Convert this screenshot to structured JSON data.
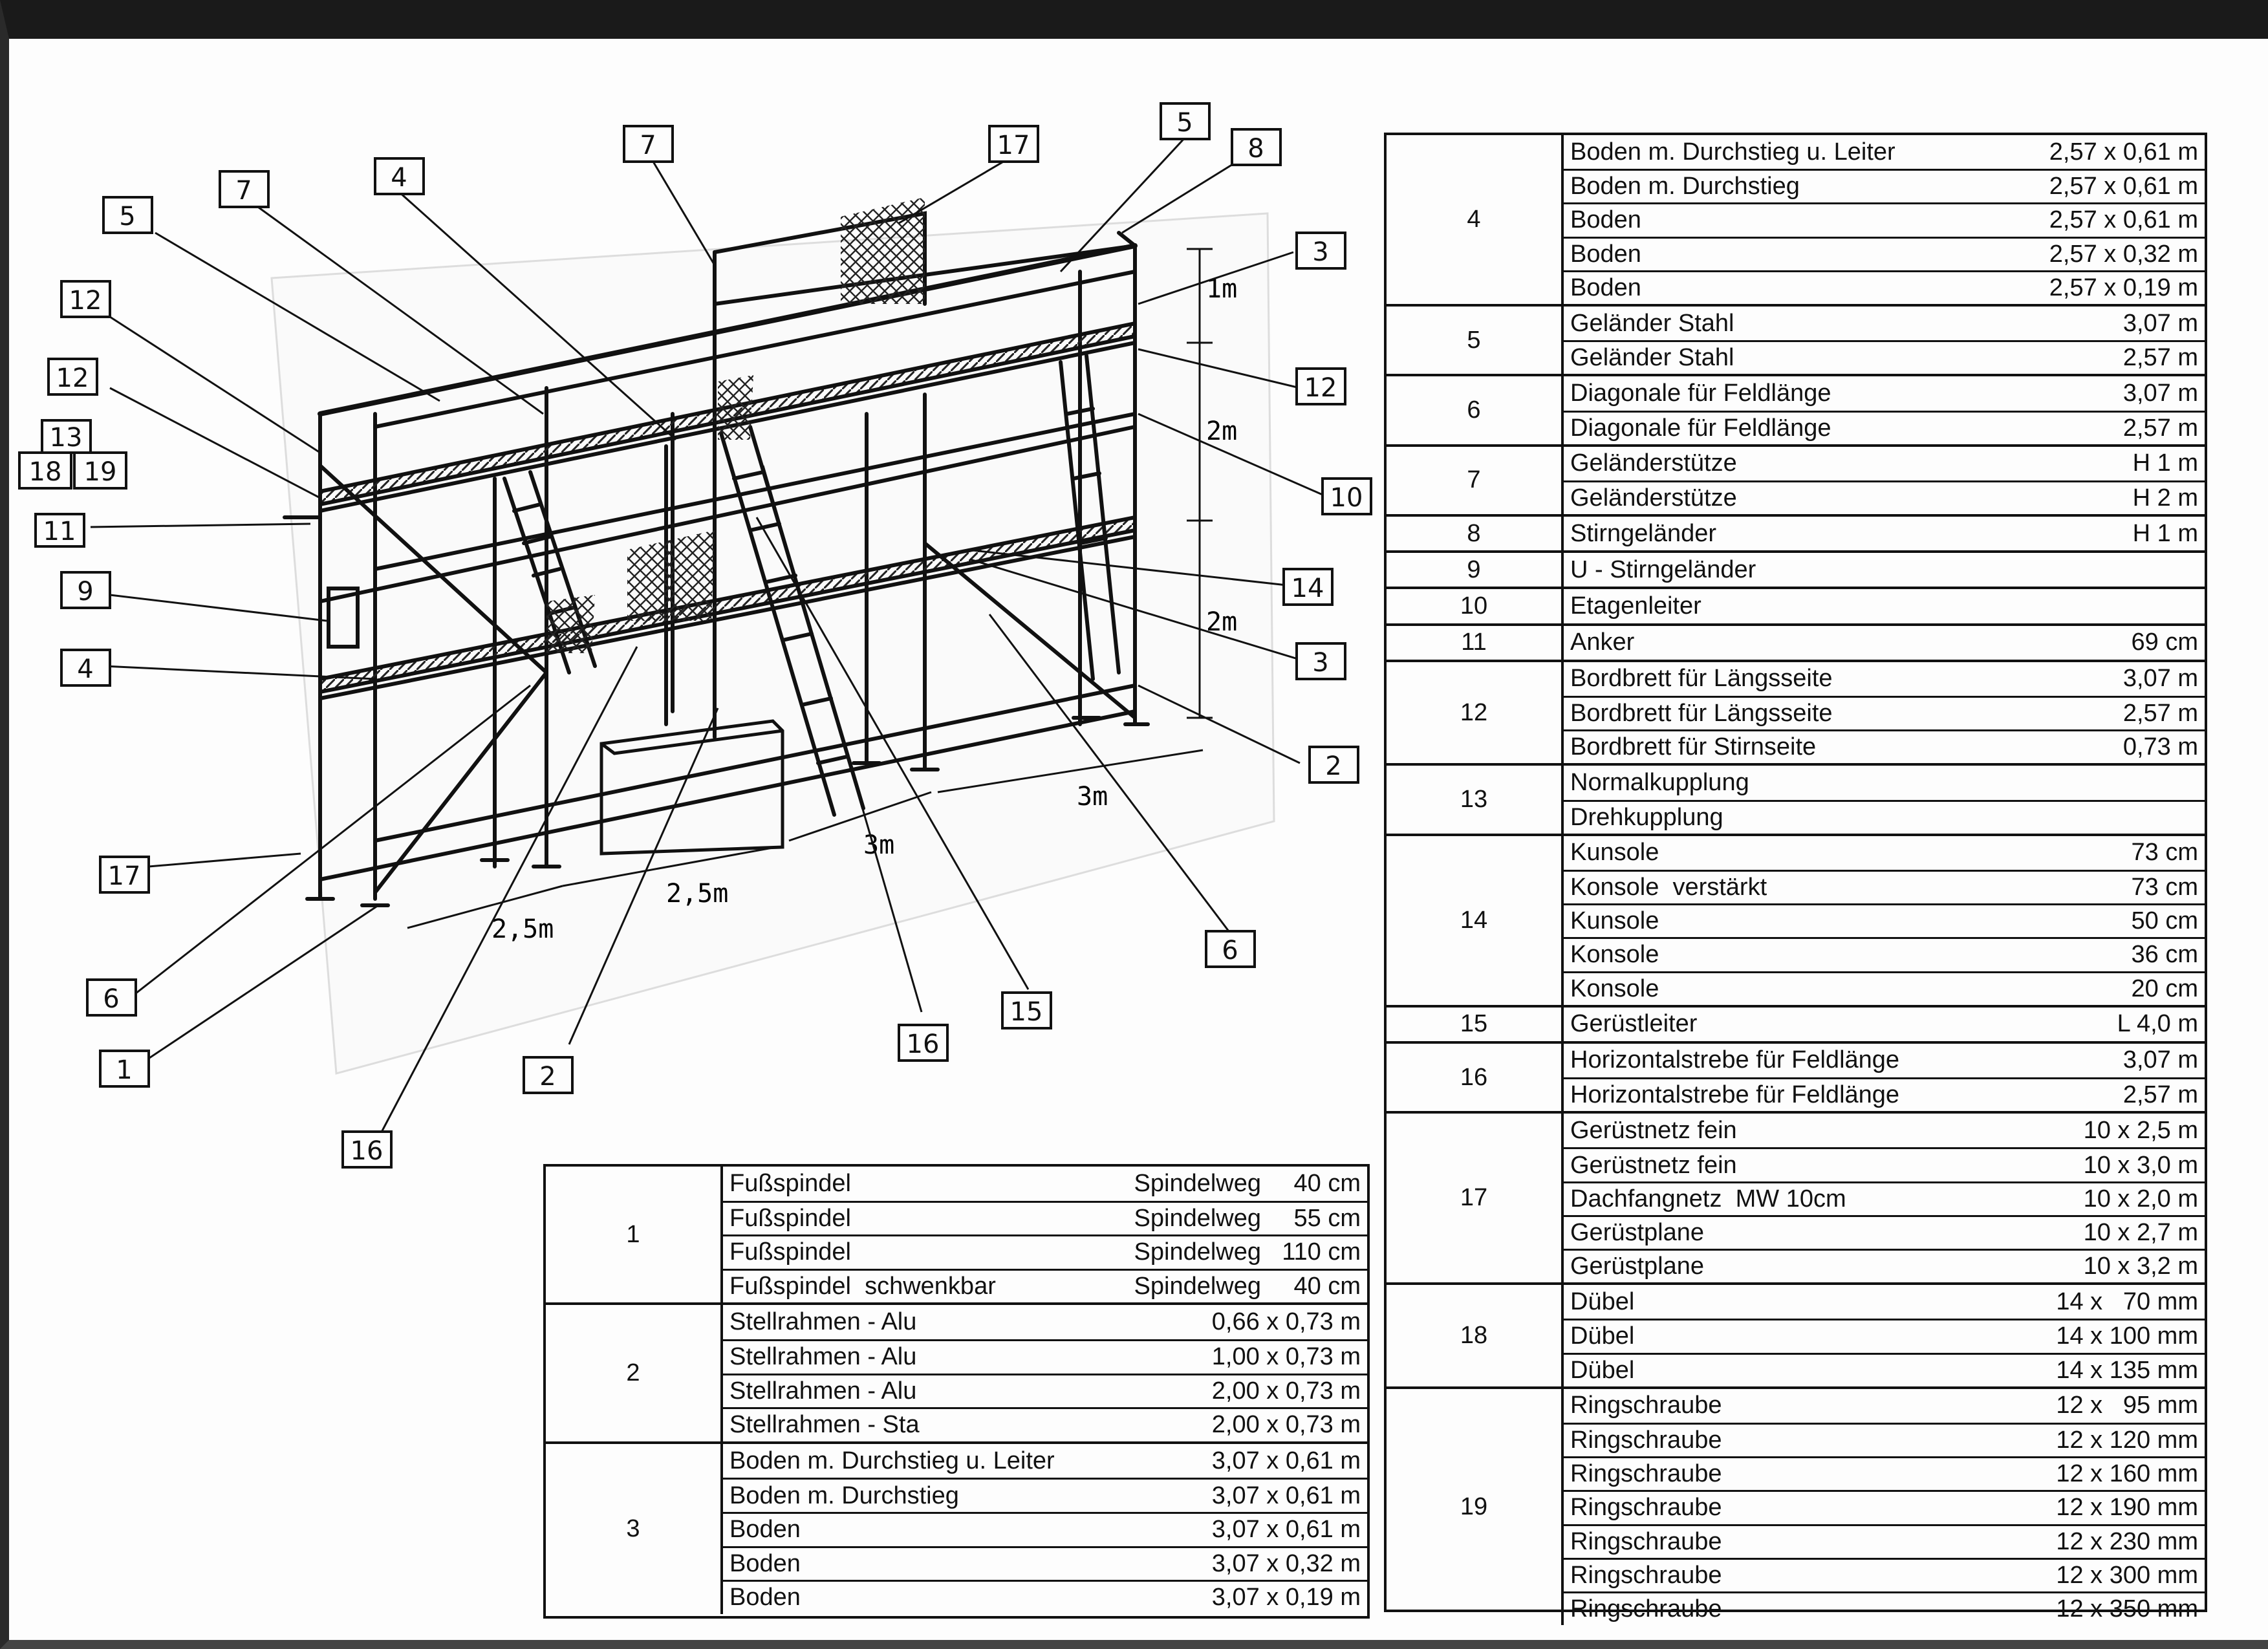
{
  "callouts": [
    "7",
    "17",
    "5",
    "8",
    "7",
    "4",
    "5",
    "3",
    "12",
    "12",
    "12",
    "13",
    "18",
    "19",
    "10",
    "11",
    "14",
    "9",
    "3",
    "4",
    "2",
    "17",
    "6",
    "6",
    "1",
    "16",
    "15",
    "2",
    "16"
  ],
  "dimensions": {
    "h1": "1m",
    "h2": "2m",
    "h3": "2m",
    "w1": "2,5m",
    "w2": "2,5m",
    "w3": "3m",
    "w4": "3m"
  },
  "left_table": [
    {
      "num": "1",
      "rows": [
        {
          "name": "Fußspindel",
          "spec": "Spindelweg",
          "value": "40 cm"
        },
        {
          "name": "Fußspindel",
          "spec": "Spindelweg",
          "value": "55 cm"
        },
        {
          "name": "Fußspindel",
          "spec": "Spindelweg",
          "value": "110 cm"
        },
        {
          "name": "Fußspindel  schwenkbar",
          "spec": "Spindelweg",
          "value": "40 cm"
        }
      ]
    },
    {
      "num": "2",
      "rows": [
        {
          "name": "Stellrahmen - Alu",
          "spec": "",
          "value": "0,66 x 0,73 m"
        },
        {
          "name": "Stellrahmen - Alu",
          "spec": "",
          "value": "1,00 x 0,73 m"
        },
        {
          "name": "Stellrahmen - Alu",
          "spec": "",
          "value": "2,00 x 0,73 m"
        },
        {
          "name": "Stellrahmen - Sta",
          "spec": "",
          "value": "2,00 x 0,73 m"
        }
      ]
    },
    {
      "num": "3",
      "rows": [
        {
          "name": "Boden m. Durchstieg u. Leiter",
          "spec": "",
          "value": "3,07 x 0,61 m"
        },
        {
          "name": "Boden m. Durchstieg",
          "spec": "",
          "value": "3,07 x 0,61 m"
        },
        {
          "name": "Boden",
          "spec": "",
          "value": "3,07 x 0,61 m"
        },
        {
          "name": "Boden",
          "spec": "",
          "value": "3,07 x 0,32 m"
        },
        {
          "name": "Boden",
          "spec": "",
          "value": "3,07 x 0,19 m"
        }
      ]
    }
  ],
  "right_table": [
    {
      "num": "4",
      "rows": [
        {
          "name": "Boden m. Durchstieg u. Leiter",
          "value": "2,57 x 0,61 m"
        },
        {
          "name": "Boden m. Durchstieg",
          "value": "2,57 x 0,61 m"
        },
        {
          "name": "Boden",
          "value": "2,57 x 0,61 m"
        },
        {
          "name": "Boden",
          "value": "2,57 x 0,32 m"
        },
        {
          "name": "Boden",
          "value": "2,57 x 0,19 m"
        }
      ]
    },
    {
      "num": "5",
      "rows": [
        {
          "name": "Geländer Stahl",
          "value": "3,07 m"
        },
        {
          "name": "Geländer Stahl",
          "value": "2,57 m"
        }
      ]
    },
    {
      "num": "6",
      "rows": [
        {
          "name": "Diagonale für Feldlänge",
          "value": "3,07 m"
        },
        {
          "name": "Diagonale für Feldlänge",
          "value": "2,57 m"
        }
      ]
    },
    {
      "num": "7",
      "rows": [
        {
          "name": "Geländerstütze",
          "value": "H 1 m"
        },
        {
          "name": "Geländerstütze",
          "value": "H 2 m"
        }
      ]
    },
    {
      "num": "8",
      "rows": [
        {
          "name": "Stirngeländer",
          "value": "H 1 m"
        }
      ]
    },
    {
      "num": "9",
      "rows": [
        {
          "name": "U - Stirngeländer",
          "value": ""
        }
      ]
    },
    {
      "num": "10",
      "rows": [
        {
          "name": "Etagenleiter",
          "value": ""
        }
      ]
    },
    {
      "num": "11",
      "rows": [
        {
          "name": "Anker",
          "value": "69 cm"
        }
      ]
    },
    {
      "num": "12",
      "rows": [
        {
          "name": "Bordbrett für Längsseite",
          "value": "3,07 m"
        },
        {
          "name": "Bordbrett für Längsseite",
          "value": "2,57 m"
        },
        {
          "name": "Bordbrett für Stirnseite",
          "value": "0,73 m"
        }
      ]
    },
    {
      "num": "13",
      "rows": [
        {
          "name": "Normalkupplung",
          "value": ""
        },
        {
          "name": "Drehkupplung",
          "value": ""
        }
      ]
    },
    {
      "num": "14",
      "rows": [
        {
          "name": "Kunsole",
          "value": "73 cm"
        },
        {
          "name": "Konsole  verstärkt",
          "value": "73 cm"
        },
        {
          "name": "Kunsole",
          "value": "50 cm"
        },
        {
          "name": "Konsole",
          "value": "36 cm"
        },
        {
          "name": "Konsole",
          "value": "20 cm"
        }
      ]
    },
    {
      "num": "15",
      "rows": [
        {
          "name": "Gerüstleiter",
          "value": "L 4,0 m"
        }
      ]
    },
    {
      "num": "16",
      "rows": [
        {
          "name": "Horizontalstrebe für Feldlänge",
          "value": "3,07 m"
        },
        {
          "name": "Horizontalstrebe für Feldlänge",
          "value": "2,57 m"
        }
      ]
    },
    {
      "num": "17",
      "rows": [
        {
          "name": "Gerüstnetz fein",
          "value": "10 x 2,5 m"
        },
        {
          "name": "Gerüstnetz fein",
          "value": "10 x 3,0 m"
        },
        {
          "name": "Dachfangnetz  MW 10cm",
          "value": "10 x 2,0 m"
        },
        {
          "name": "Gerüstplane",
          "value": "10 x 2,7 m"
        },
        {
          "name": "Gerüstplane",
          "value": "10 x 3,2 m"
        }
      ]
    },
    {
      "num": "18",
      "rows": [
        {
          "name": "Dübel",
          "value": "14 x   70 mm"
        },
        {
          "name": "Dübel",
          "value": "14 x 100 mm"
        },
        {
          "name": "Dübel",
          "value": "14 x 135 mm"
        }
      ]
    },
    {
      "num": "19",
      "rows": [
        {
          "name": "Ringschraube",
          "value": "12 x   95 mm"
        },
        {
          "name": "Ringschraube",
          "value": "12 x 120 mm"
        },
        {
          "name": "Ringschraube",
          "value": "12 x 160 mm"
        },
        {
          "name": "Ringschraube",
          "value": "12 x 190 mm"
        },
        {
          "name": "Ringschraube",
          "value": "12 x 230 mm"
        },
        {
          "name": "Ringschraube",
          "value": "12 x 300 mm"
        },
        {
          "name": "Ringschraube",
          "value": "12 x 350 mm"
        }
      ]
    }
  ]
}
